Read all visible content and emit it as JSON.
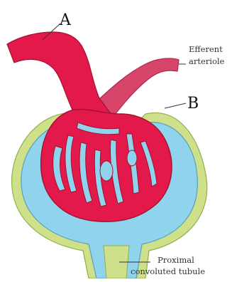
{
  "diagram": {
    "labels": {
      "a": "A",
      "b": "B",
      "efferent_line1": "Efferent",
      "efferent_line2": "arteriole",
      "pct_line1": "Proximal",
      "pct_line2": "convoluted tubule"
    },
    "colors": {
      "capsule_wall": "#cfe08a",
      "capsule_space": "#8fd3ec",
      "afferent_vessel": "#e2194a",
      "efferent_vessel": "#d8456a",
      "capillary_gap": "#b03050",
      "outline": "#5b9fb8",
      "leader_line": "#333333"
    }
  }
}
